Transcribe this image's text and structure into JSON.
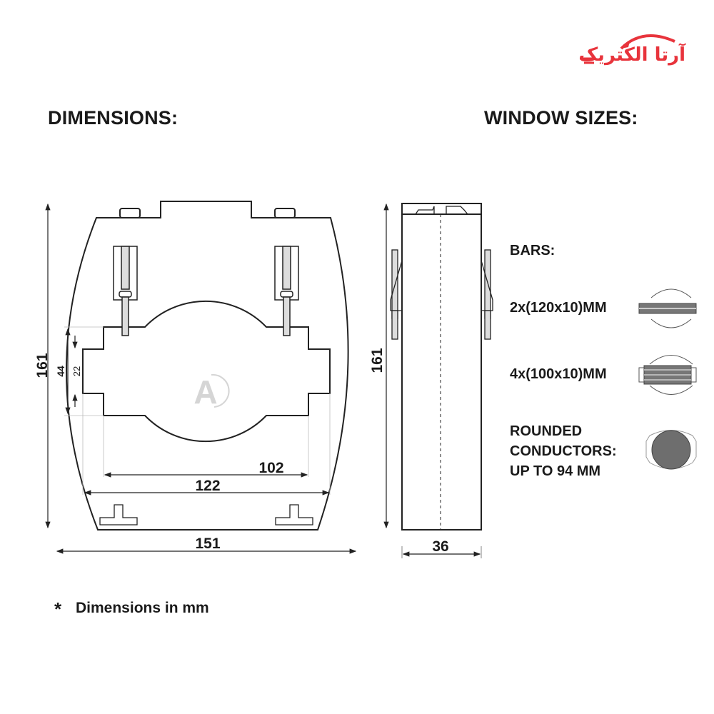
{
  "brand": {
    "logo_text": "آرتا الکتریک",
    "color": "#e8343c"
  },
  "headings": {
    "dimensions": "DIMENSIONS:",
    "window_sizes": "WINDOW SIZES:"
  },
  "front_view": {
    "height": "161",
    "window_height_outer": "44",
    "window_height_inner": "22",
    "window_width_inner": "102",
    "window_width_outer": "122",
    "width": "151"
  },
  "side_view": {
    "height": "161",
    "depth": "36"
  },
  "window_sizes": {
    "bars_label": "BARS:",
    "options": [
      {
        "label": "2x(120x10)MM",
        "icon": "two-bars-icon"
      },
      {
        "label": "4x(100x10)MM",
        "icon": "four-bars-icon"
      }
    ],
    "rounded": {
      "line1": "ROUNDED",
      "line2": "CONDUCTORS:",
      "line3": "UP TO 94 MM",
      "icon": "round-conductor-icon"
    }
  },
  "footnote": {
    "star": "*",
    "text": "Dimensions in mm"
  }
}
